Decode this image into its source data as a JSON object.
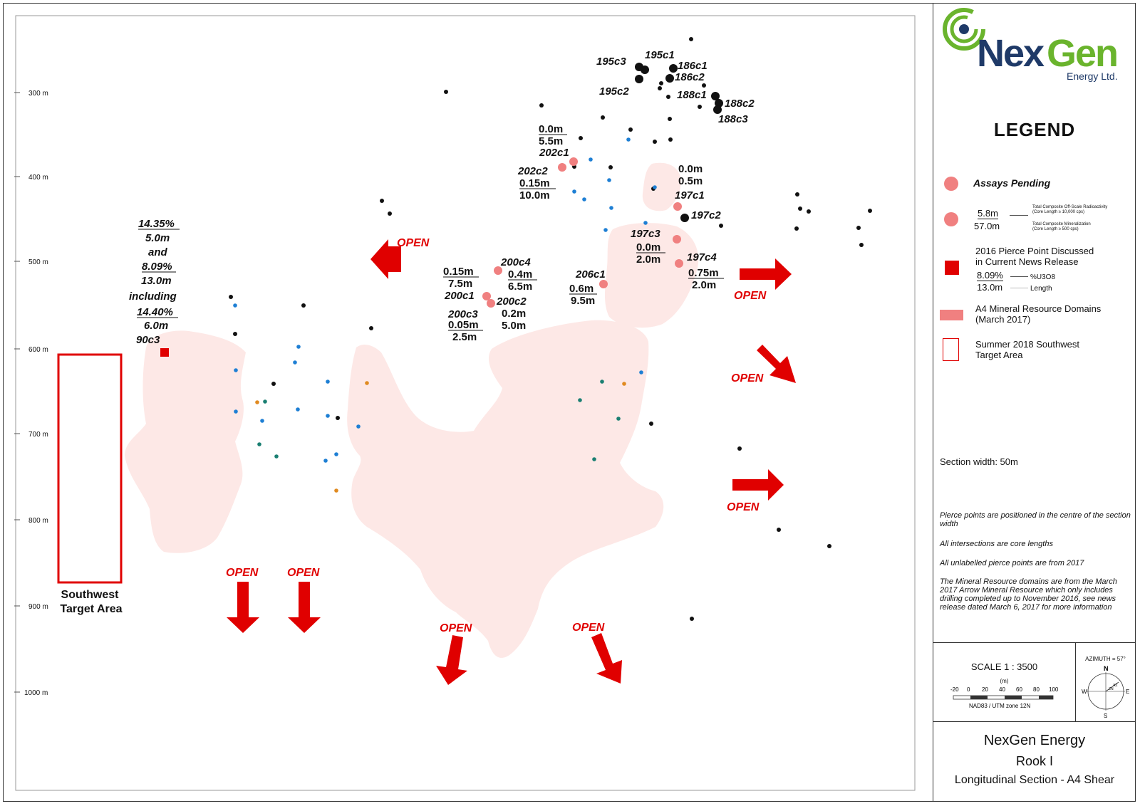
{
  "depth_axis": {
    "unit": "m",
    "ticks": [
      "300 m",
      "400 m",
      "500 m",
      "600 m",
      "700 m",
      "800 m",
      "900 m",
      "1000 m"
    ]
  },
  "legend": {
    "title": "LEGEND",
    "assays_pending": "Assays Pending",
    "sample_top": "5.8m",
    "sample_bottom": "57.0m",
    "sample_top_note_1": "Total Composite Off-Scale Radioactivity",
    "sample_top_note_2": "(Core Length ≥ 10,000 cps)",
    "sample_bottom_note_1": "Total Composite Mineralization",
    "sample_bottom_note_2": "(Core Length ≥ 500 cps)",
    "pierce_2016_line1": "2016 Pierce Point Discussed",
    "pierce_2016_line2": "in Current News Release",
    "grade_sample": "8.09%",
    "grade_unit": "%U3O8",
    "length_sample": "13.0m",
    "length_unit": "Length",
    "resource_line1": "A4 Mineral Resource Domains",
    "resource_line2": "(March 2017)",
    "target_line1": "Summer 2018 Southwest",
    "target_line2": "Target Area",
    "section_width": "Section width: 50m",
    "notes": [
      "Pierce points are positioned in the centre of the section width",
      "All intersections are core lengths",
      "All unlabelled pierce points are from 2017",
      "The Mineral Resource domains are from the March 2017 Arrow Mineral Resource which only includes drilling completed up to November 2016, see news release dated March 6, 2017 for more information"
    ]
  },
  "scale": {
    "label": "SCALE   1 : 3500",
    "unit": "(m)",
    "ticks": [
      "-20",
      "0",
      "20",
      "40",
      "60",
      "80",
      "100"
    ],
    "datum": "NAD83 / UTM zone 12N"
  },
  "azimuth": {
    "label": "AZIMUTH = 57°",
    "north": "N",
    "south": "S",
    "east": "E",
    "west": "W",
    "arrow_labels": [
      "ZN",
      "AZ"
    ]
  },
  "logo": {
    "name": "NexGen",
    "sub": "Energy Ltd.",
    "color_green": "#6ab42d",
    "color_blue": "#1f3a68"
  },
  "title_block": {
    "company": "NexGen Energy",
    "project": "Rook I",
    "section": "Longitudinal Section - A4 Shear"
  },
  "colors": {
    "open_red": "#e00000",
    "pending": "#f08080",
    "domain_fill": "#fde8e6",
    "dot_blue": "#1e7fd4",
    "dot_teal": "#1a7f72",
    "dot_orange": "#e08a20"
  },
  "map_labels": {
    "open": "OPEN",
    "sw_target_1": "Southwest",
    "sw_target_2": "Target Area",
    "holes": {
      "h195c3": "195c3",
      "h195c1": "195c1",
      "h186c1": "186c1",
      "h186c2": "186c2",
      "h195c2": "195c2",
      "h188c1": "188c1",
      "h188c2": "188c2",
      "h188c3": "188c3",
      "h202c1": "202c1",
      "h202c2": "202c2",
      "h197c1": "197c1",
      "h197c2": "197c2",
      "h197c3": "197c3",
      "h197c4": "197c4",
      "h200c4": "200c4",
      "h200c1": "200c1",
      "h200c2": "200c2",
      "h200c3": "200c3",
      "h206c1": "206c1",
      "h90c3": "90c3"
    },
    "values": {
      "v202c1_a": "0.0m",
      "v202c1_b": "5.5m",
      "v202c2_a": "0.15m",
      "v202c2_b": "10.0m",
      "v197c1_a": "0.0m",
      "v197c1_b": "0.5m",
      "v197c3_a": "0.0m",
      "v197c3_b": "2.0m",
      "v197c4_a": "0.75m",
      "v197c4_b": "2.0m",
      "v206c1_a": "0.6m",
      "v206c1_b": "9.5m",
      "v200c1_a": "0.15m",
      "v200c1_b": "7.5m",
      "v200c4_a": "0.4m",
      "v200c4_b": "6.5m",
      "v200c2_a": "0.2m",
      "v200c2_b": "5.0m",
      "v200c3_a": "0.05m",
      "v200c3_b": "2.5m",
      "v90c3_a": "14.35%",
      "v90c3_b": "5.0m",
      "v90c3_and": "and",
      "v90c3_c": "8.09%",
      "v90c3_d": "13.0m",
      "v90c3_incl": "including",
      "v90c3_e": "14.40%",
      "v90c3_f": "6.0m"
    }
  }
}
